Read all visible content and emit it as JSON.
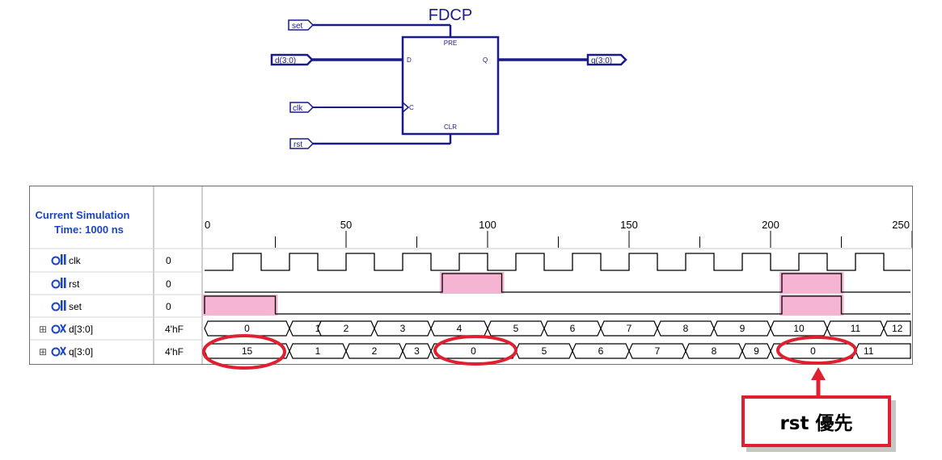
{
  "schematic": {
    "title": "FDCP",
    "inputs": {
      "set": "set",
      "d": "d(3:0)",
      "clk": "clk",
      "rst": "rst"
    },
    "output": "q(3:0)",
    "pins": {
      "pre": "PRE",
      "d": "D",
      "q": "Q",
      "c": "C",
      "clr": "CLR"
    }
  },
  "waveform": {
    "header": {
      "line1": "Current Simulation",
      "line2": "Time: 1000 ns"
    },
    "timeline": {
      "labels": [
        "0",
        "50",
        "100",
        "150",
        "200",
        "250"
      ]
    },
    "signals": [
      {
        "name": "clk",
        "value": "0",
        "kind": "bit"
      },
      {
        "name": "rst",
        "value": "0",
        "kind": "bit"
      },
      {
        "name": "set",
        "value": "0",
        "kind": "bit"
      },
      {
        "name": "d[3:0]",
        "value": "4'hF",
        "kind": "bus",
        "expand": "⊞"
      },
      {
        "name": "q[3:0]",
        "value": "4'hF",
        "kind": "bus",
        "expand": "⊞"
      }
    ],
    "d_bus": [
      "0",
      "1",
      "2",
      "3",
      "4",
      "5",
      "6",
      "7",
      "8",
      "9",
      "10",
      "11",
      "12"
    ],
    "q_bus": [
      "15",
      "1",
      "2",
      "3",
      "0",
      "5",
      "6",
      "7",
      "8",
      "9",
      "0",
      "11"
    ]
  },
  "callout": {
    "text": "rst 優先"
  },
  "colors": {
    "schematic": "#1a1a8c",
    "pulse_fill": "#f4b4d2",
    "highlight": "#e02030"
  }
}
